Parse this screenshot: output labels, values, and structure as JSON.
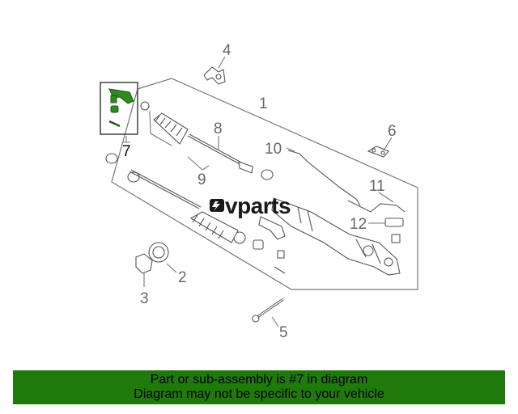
{
  "diagram": {
    "callouts": [
      "1",
      "2",
      "3",
      "4",
      "5",
      "6",
      "7",
      "8",
      "9",
      "10",
      "11",
      "12"
    ],
    "highlighted_part": "7",
    "highlight_color": "#2e8b1e",
    "watermark": {
      "brand_prefix": "v",
      "brand_rest": "parts",
      "icon": "lightning-car-icon"
    }
  },
  "banner": {
    "line1": "Part or sub-assembly is #7 in diagram",
    "line2": "Diagram may not be specific to your vehicle",
    "background": "#1f7a0b"
  }
}
